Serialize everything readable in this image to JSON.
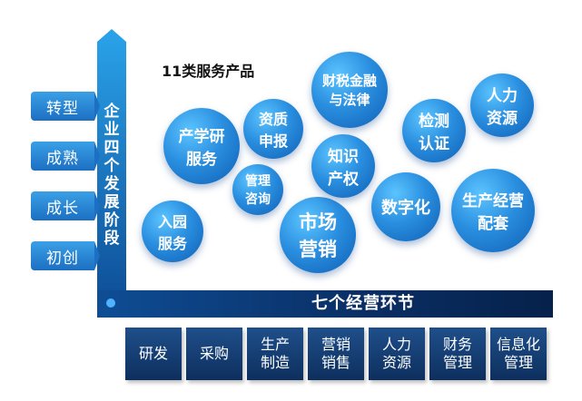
{
  "vertical_title": "企业四个发展阶段",
  "stages": [
    "转型",
    "成熟",
    "成长",
    "初创"
  ],
  "services_title": "11类服务产品",
  "services": [
    {
      "label": "入园\n服务"
    },
    {
      "label": "产学研\n服务"
    },
    {
      "label": "资质\n申报"
    },
    {
      "label": "管理\n咨询"
    },
    {
      "label": "市场\n营销"
    },
    {
      "label": "财税金融\n与法律"
    },
    {
      "label": "知识\n产权"
    },
    {
      "label": "检测\n认证"
    },
    {
      "label": "数字化"
    },
    {
      "label": "人力\n资源"
    },
    {
      "label": "生产经营\n配套"
    }
  ],
  "horizontal_title": "七个经营环节",
  "links": [
    {
      "label": "研发"
    },
    {
      "label": "采购"
    },
    {
      "label": "生产\n制造"
    },
    {
      "label": "营销\n销售"
    },
    {
      "label": "人力\n资源"
    },
    {
      "label": "财务\n管理"
    },
    {
      "label": "信息化\n管理"
    }
  ],
  "colors": {
    "axis_blue": "#1c8ad9",
    "bar_navy": "#0a2e63",
    "bubble_blue": "#2a8fe0"
  }
}
